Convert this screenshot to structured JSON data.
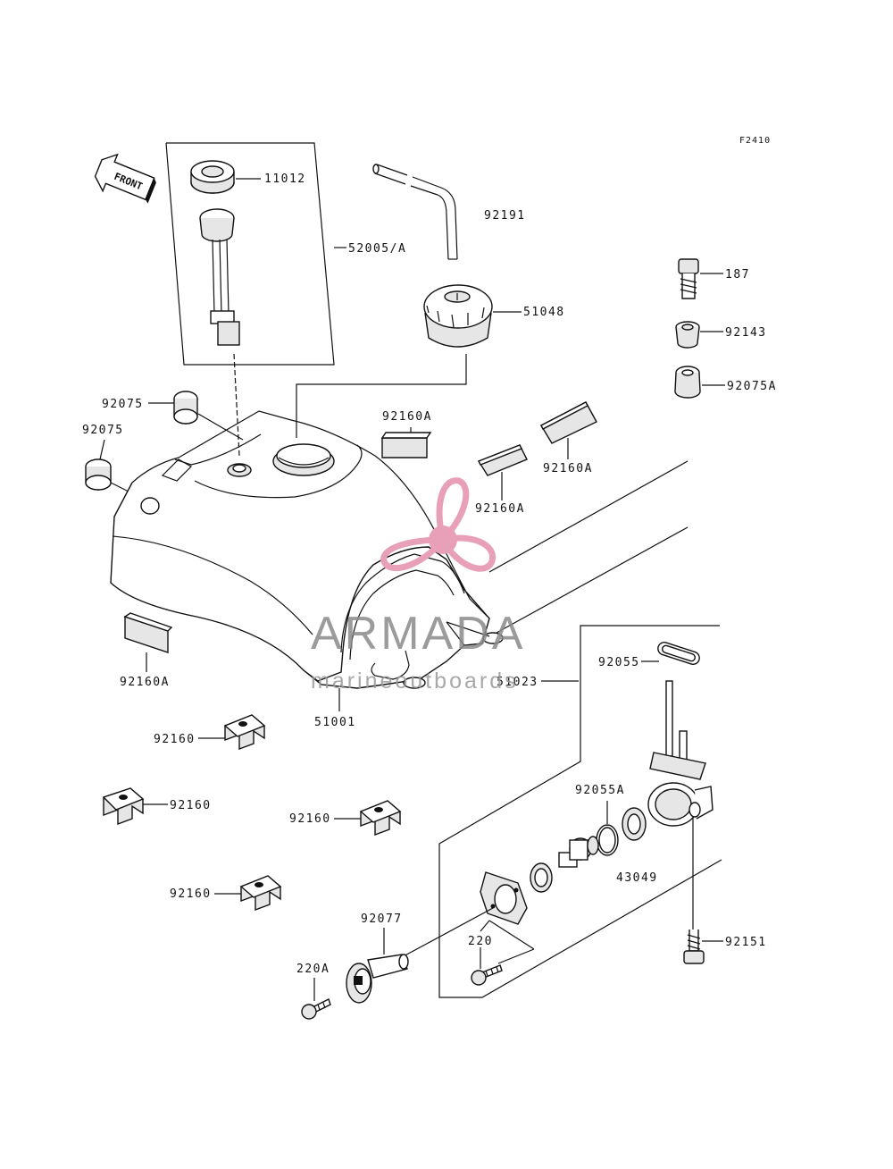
{
  "figure_code": "F2410",
  "front_label": "FRONT",
  "labels": {
    "p11012": "11012",
    "p52005a": "52005/A",
    "p92191": "92191",
    "p51048": "51048",
    "p187": "187",
    "p92143": "92143",
    "p92075a": "92075A",
    "p92075_a": "92075",
    "p92075_b": "92075",
    "p92160a_1": "92160A",
    "p92160a_2": "92160A",
    "p92160a_3": "92160A",
    "p92160a_4": "92160A",
    "p51001": "51001",
    "p51023": "51023",
    "p92055": "92055",
    "p92055a": "92055A",
    "p43049": "43049",
    "p92151": "92151",
    "p92160_1": "92160",
    "p92160_2": "92160",
    "p92160_3": "92160",
    "p92160_4": "92160",
    "p92077": "92077",
    "p220": "220",
    "p220a": "220A"
  },
  "watermark": {
    "brand": "ARMADA",
    "tagline": "marineoutboards",
    "color": "#e8a0b8"
  }
}
